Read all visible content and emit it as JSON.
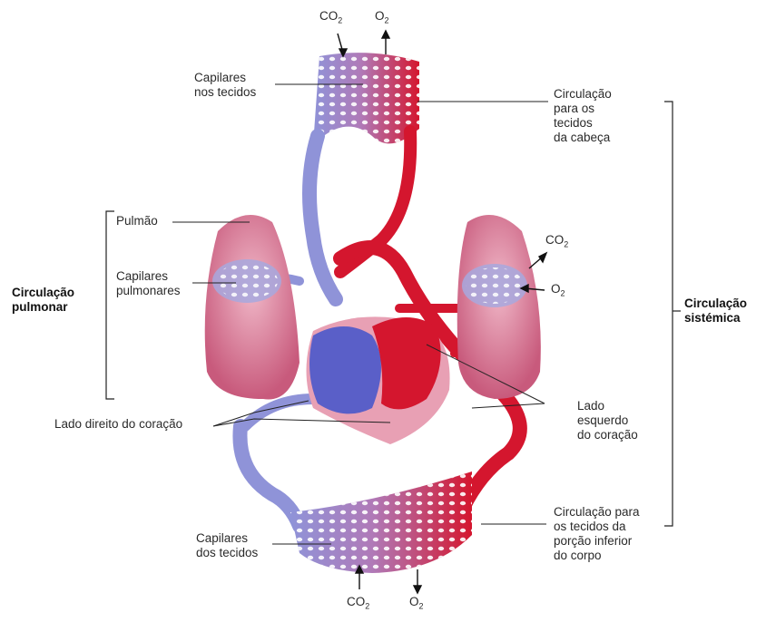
{
  "labels": {
    "capilares_tecidos_top": [
      "Capilares",
      "nos tecidos"
    ],
    "circulacao_cabeca": [
      "Circulação",
      "para os",
      "tecidos",
      "da cabeça"
    ],
    "pulmao": "Pulmão",
    "capilares_pulmonares": [
      "Capilares",
      "pulmonares"
    ],
    "circulacao_pulmonar": [
      "Circulação",
      "pulmonar"
    ],
    "circulacao_sistemica": [
      "Circulação",
      "sistémica"
    ],
    "lado_direito": "Lado direito do coração",
    "lado_esquerdo": [
      "Lado",
      "esquerdo",
      "do coração"
    ],
    "circulacao_inferior": [
      "Circulação para",
      "os tecidos da",
      "porção inferior",
      "do corpo"
    ],
    "capilares_tecidos_bottom": [
      "Capilares",
      "dos tecidos"
    ]
  },
  "gases": {
    "co2": "CO",
    "o2": "O",
    "sub": "2"
  },
  "colors": {
    "oxygenated": "#d4162e",
    "deoxygenated": "#8f93d8",
    "lung": "#d06a88",
    "line": "#222222"
  }
}
